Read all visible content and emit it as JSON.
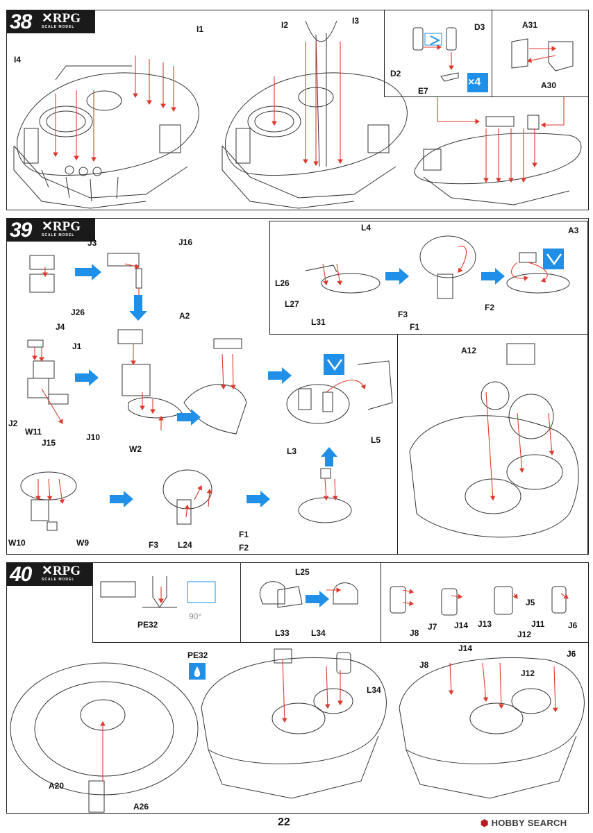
{
  "page_number": "22",
  "watermark": {
    "brand_a": "HOBBY",
    "brand_b": "SEARCH"
  },
  "logo_text": "RPG",
  "logo_subtext": "SCALE MODEL",
  "steps": [
    {
      "number": "38",
      "labels": [
        "I1",
        "I4",
        "I2",
        "I3",
        "D2",
        "D3",
        "E7",
        "A31",
        "A30"
      ],
      "multiplier": "×4"
    },
    {
      "number": "39",
      "labels": [
        "J3",
        "J26",
        "J16",
        "L4",
        "L26",
        "L27",
        "L31",
        "A3",
        "F3",
        "F1",
        "F2",
        "J4",
        "J1",
        "J2",
        "W11",
        "J15",
        "J10",
        "W2",
        "A2",
        "A12",
        "L3",
        "L5",
        "W10",
        "W9",
        "F3",
        "L24",
        "F1",
        "F2"
      ]
    },
    {
      "number": "40",
      "labels": [
        "PE32",
        "L25",
        "L33",
        "L34",
        "J8",
        "J7",
        "J14",
        "J13",
        "J11",
        "J12",
        "J5",
        "J6",
        "A20",
        "A26",
        "PE32",
        "L34",
        "J8",
        "J14",
        "J12",
        "J6"
      ],
      "angle": "90°"
    }
  ],
  "colors": {
    "arrow_red": "#e0392b",
    "flow_blue": "#1f8fe8",
    "badge_blue": "#1f8fe8",
    "ink": "#222222"
  }
}
